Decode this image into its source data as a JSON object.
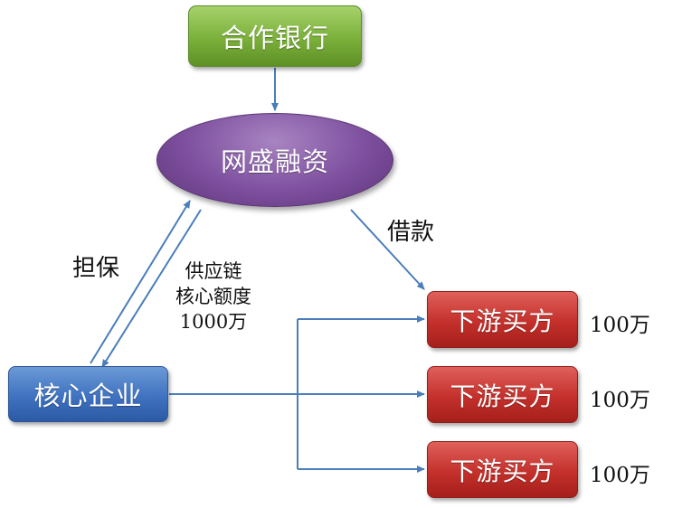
{
  "nodes": {
    "bank": "合作银行",
    "platform": "网盛融资",
    "core_enterprise": "核心企业",
    "buyers": [
      "下游买方",
      "下游买方",
      "下游买方"
    ]
  },
  "labels": {
    "guarantee": "担保",
    "loan": "借款",
    "credit_line": [
      "供应链",
      "核心额度",
      "1000万"
    ],
    "buyer_amounts": [
      "100万",
      "100万",
      "100万"
    ]
  },
  "colors": {
    "bank": "#7ab03a",
    "platform": "#7d4f9e",
    "core_enterprise": "#3f72c1",
    "buyer": "#c4302b",
    "arrow": "#4a7ebb"
  }
}
